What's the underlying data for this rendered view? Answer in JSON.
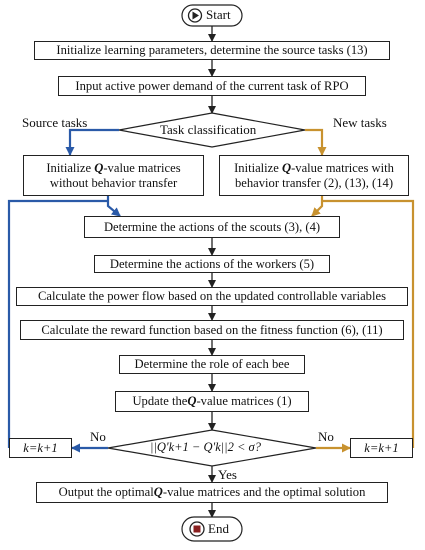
{
  "start": {
    "icon": "play-icon",
    "label": "Start"
  },
  "steps": {
    "init_params": "Initialize  learning parameters, determine the source tasks (13)",
    "input_demand": "Input active power demand of the current task of RPO",
    "classify": "Task classification",
    "init_no_transfer": {
      "pre": "Initialize ",
      "q": "Q",
      "post": "-value matrices",
      "line2": "without behavior transfer"
    },
    "init_transfer": {
      "pre": "Initialize ",
      "q": "Q",
      "post": "-value matrices with",
      "line2": "behavior transfer (2), (13), (14)"
    },
    "scouts": "Determine the actions of the scouts (3), (4)",
    "workers": "Determine the actions of the workers (5)",
    "power_flow": "Calculate the power flow based on the updated controllable variables",
    "reward": "Calculate the reward function based on the fitness function (6), (11)",
    "role": "Determine the role of each bee",
    "update": {
      "pre": "Update the ",
      "q": "Q",
      "post": "-value matrices (1)"
    },
    "converge": "||Q'k+1 − Q'k||2 < σ?",
    "k_left": "k=k+1",
    "k_right": "k=k+1",
    "output": {
      "pre": "Output the optimal ",
      "q": "Q",
      "post": "-value matrices and the optimal solution"
    }
  },
  "end": {
    "icon": "stop-icon",
    "label": "End"
  },
  "labels": {
    "source": "Source tasks",
    "new": "New tasks",
    "no_left": "No",
    "no_right": "No",
    "yes": "Yes"
  },
  "colors": {
    "blue": "#2a5aa8",
    "orange": "#c8922f",
    "black": "#222222"
  }
}
